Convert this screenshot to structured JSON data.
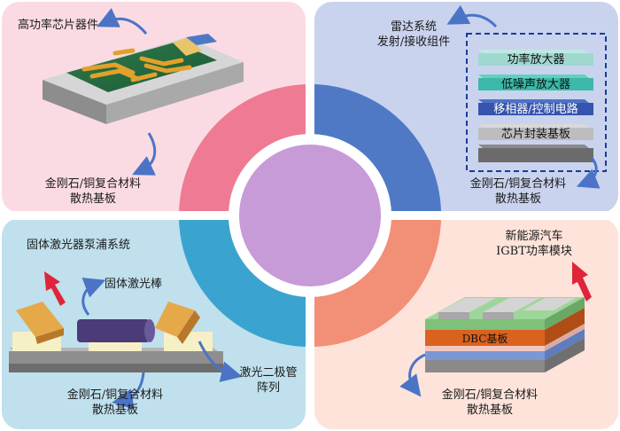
{
  "top_left": {
    "title": "高功率芯片器件",
    "substrate_line1": "金刚石/铜复合材料",
    "substrate_line2": "散热基板"
  },
  "top_right": {
    "title_line1": "雷达系统",
    "title_line2": "发射/接收组件",
    "layers": [
      "功率放大器",
      "低噪声放大器",
      "移相器/控制电路",
      "芯片封装基板"
    ],
    "substrate_line1": "金刚石/铜复合材料",
    "substrate_line2": "散热基板"
  },
  "bottom_left": {
    "title": "固体激光器泵浦系统",
    "rod_label": "固体激光棒",
    "diode_line1": "激光二极管",
    "diode_line2": "阵列",
    "substrate_line1": "金刚石/铜复合材料",
    "substrate_line2": "散热基板"
  },
  "bottom_right": {
    "title_line1": "新能源汽车",
    "title_line2": "IGBT功率模块",
    "dbc_label": "DBC基板",
    "substrate_line1": "金刚石/铜复合材料",
    "substrate_line2": "散热基板"
  },
  "colors": {
    "top_left_bg": "#fadbe3",
    "top_right_bg": "#c9d3ee",
    "bottom_left_bg": "#bfe0ec",
    "bottom_right_bg": "#fde3da",
    "ring_pink": "#ee7a93",
    "ring_blue": "#4f79c4",
    "ring_cyan": "#3ba3cf",
    "ring_salmon": "#f28f77",
    "center_purple": "#c79ad8"
  }
}
